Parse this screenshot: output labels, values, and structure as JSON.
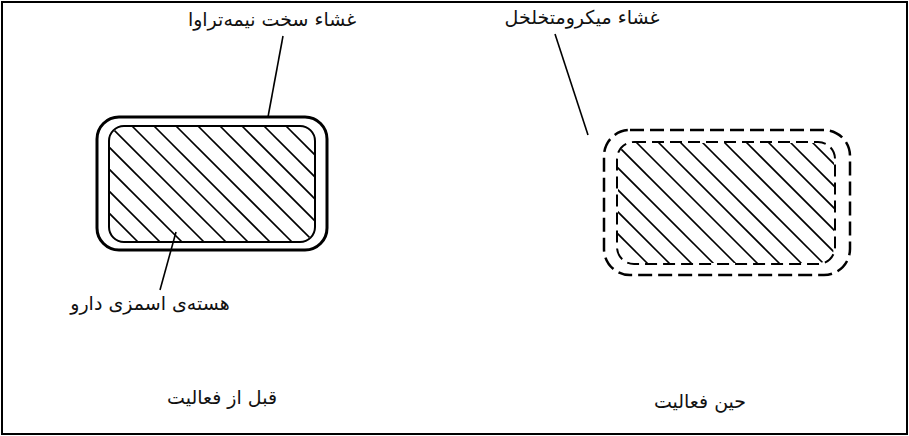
{
  "diagram": {
    "labels": [
      "غشاء سخت نیمه‌تراوا",
      "غشاء میکرومتخلخل",
      "هسته‌ی اسمزی دارو",
      "قبل از فعالیت",
      "حین فعالیت"
    ]
  }
}
